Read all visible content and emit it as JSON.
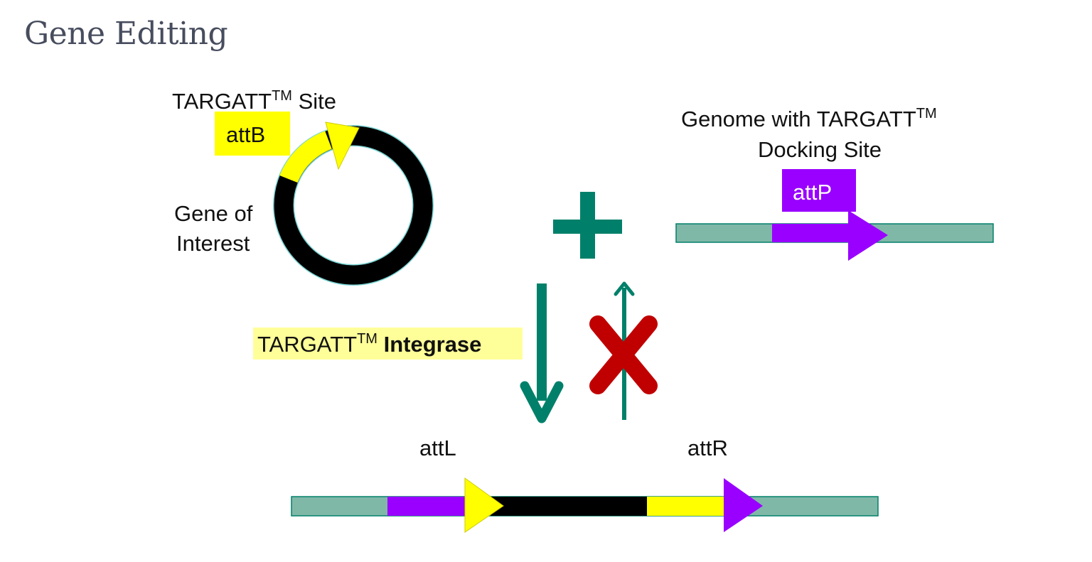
{
  "page": {
    "title": "Gene Editing"
  },
  "diagram": {
    "plasmid": {
      "site_label": "TARGATT",
      "site_sup": "TM",
      "site_suffix": " Site",
      "attb_label": "attB",
      "gene_label_line1": "Gene of",
      "gene_label_line2": "Interest"
    },
    "genome": {
      "label_line1": "Genome with TARGATT",
      "label_sup": "TM",
      "label_line2": "Docking Site",
      "attp_label": "attP"
    },
    "integrase": {
      "label": "TARGATT",
      "label_sup": "TM",
      "label_bold": "Integrase"
    },
    "product": {
      "attl_label": "attL",
      "attr_label": "attR"
    },
    "colors": {
      "teal": "#00806a",
      "dna_bar": "#80b8a8",
      "yellow": "#ffff00",
      "purple": "#9900ff",
      "black": "#000000",
      "red_x": "#c00000",
      "integrase_bg": "#ffff99"
    }
  }
}
